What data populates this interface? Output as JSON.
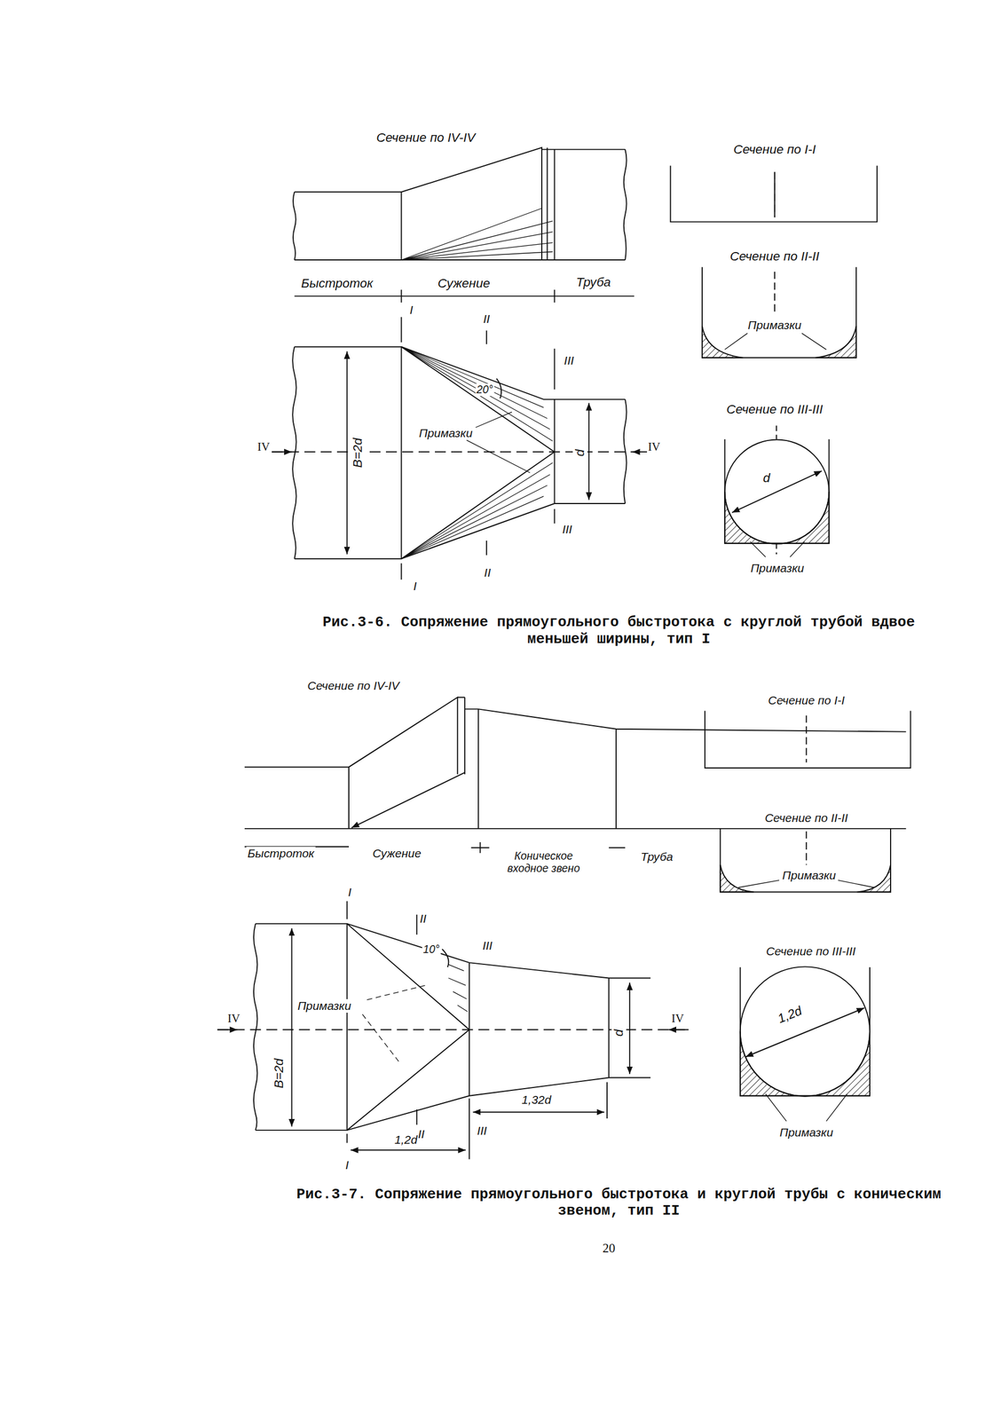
{
  "diagram": {
    "labels": [
      "Сечение по IV-IV",
      "Сечение по I-I",
      "Сечение по II-II",
      "Быстроток",
      "Сужение",
      "Труба",
      "Примазки",
      "I",
      "II",
      "III",
      "B=2d",
      "20°",
      "Примазки",
      "IV",
      "IV",
      "d",
      "Сечение по III-III",
      "d",
      "III",
      "I",
      "II",
      "Примазки",
      "Рис.3-6. Сопряжение прямоугольного быстротока с круглой трубой вдвое меньшей ширины, тип I",
      "Сечение по IV-IV",
      "Сечение по I-I",
      "Быстроток",
      "Сужение",
      "Коническое входное звено",
      "Труба",
      "Сечение по II-II",
      "Примазки",
      "I",
      "II",
      "10°",
      "III",
      "IV",
      "Примазки",
      "IV",
      "B=2d",
      "d",
      "1,32d",
      "II",
      "III",
      "I",
      "1,2d",
      "Сечение по III-III",
      "1,2d",
      "Примазки",
      "Рис.3-7. Сопряжение прямоугольного быстротока и круглой трубы с коническим звеном, тип II",
      "20"
    ]
  }
}
